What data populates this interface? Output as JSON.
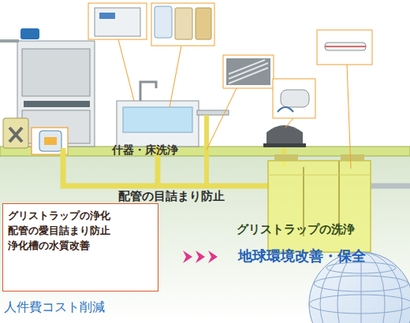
{
  "diagram": {
    "nodes": [
      {
        "text": [
          "グリストラップの浄化",
          "配管の愛目詰まり防止",
          "浄化槽の水質改善"
        ]
      }
    ],
    "labels": [
      "什器・床洗浄",
      "配管の目詰まり防止",
      "グリストラップの洗浄",
      "地球環境改善・保全",
      "人件費コスト削減"
    ]
  }
}
